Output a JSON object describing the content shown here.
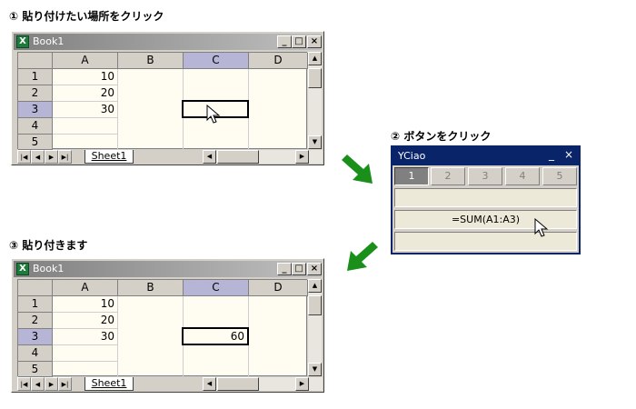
{
  "steps": {
    "one": "① 貼り付けたい場所をクリック",
    "two": "② ボタンをクリック",
    "three": "③ 貼り付きます"
  },
  "excel": {
    "title": "Book1",
    "icon": "excel-icon",
    "columns": [
      "A",
      "B",
      "C",
      "D"
    ],
    "rows": [
      "1",
      "2",
      "3",
      "4",
      "5"
    ],
    "values_a": [
      "10",
      "20",
      "30"
    ],
    "sheet_tab": "Sheet1",
    "result": "60",
    "selected_column": "C",
    "selected_row": "3"
  },
  "palette": {
    "title": "YCiao",
    "minimize": "_",
    "close": "×",
    "tabs": [
      "1",
      "2",
      "3",
      "4",
      "5"
    ],
    "active_tab": "1",
    "button_formula": "=SUM(A1:A3)"
  },
  "colors": {
    "arrow": "#1a8f1a",
    "titlebar_active": "#0a246a",
    "selected_header": "#b7b5d6"
  }
}
